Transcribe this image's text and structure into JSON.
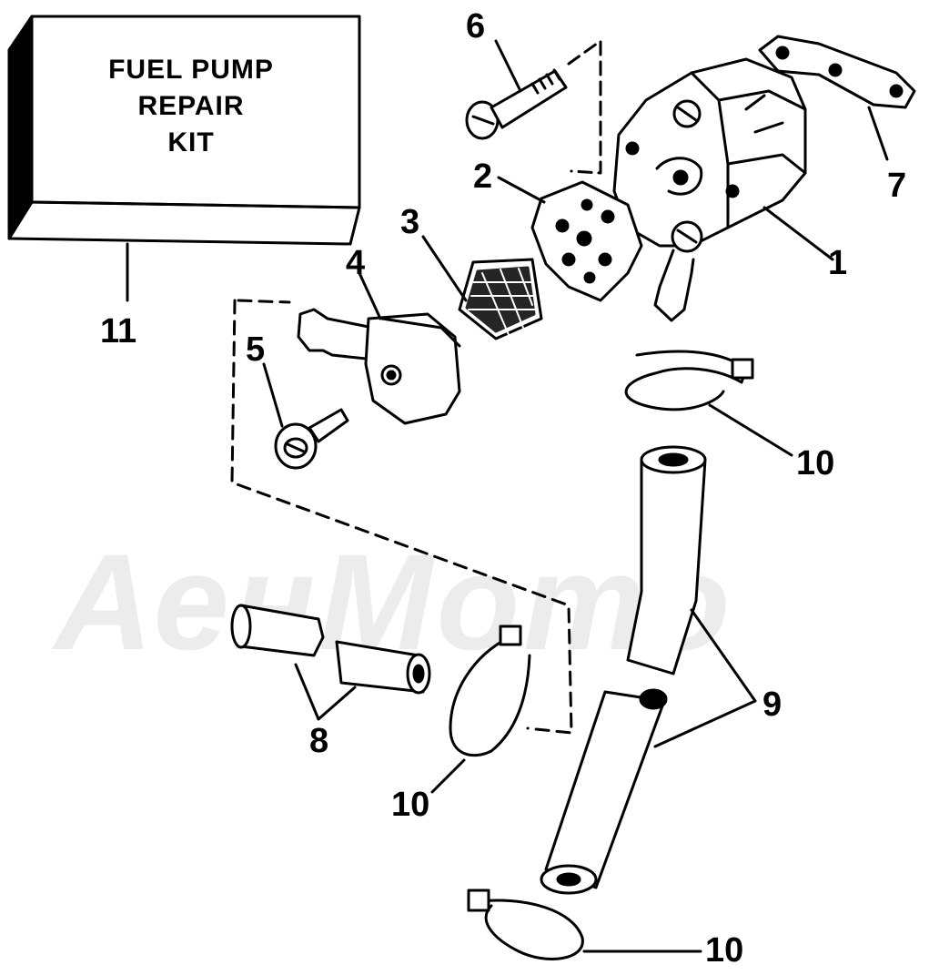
{
  "kit": {
    "line1": "FUEL PUMP",
    "line2": "REPAIR",
    "line3": "KIT"
  },
  "callouts": {
    "n1": "1",
    "n2": "2",
    "n3": "3",
    "n4": "4",
    "n5": "5",
    "n6": "6",
    "n7": "7",
    "n8": "8",
    "n9": "9",
    "n10a": "10",
    "n10b": "10",
    "n10c": "10",
    "n11": "11"
  },
  "watermark": "АенМото",
  "colors": {
    "ink": "#000000",
    "paper": "#ffffff"
  }
}
